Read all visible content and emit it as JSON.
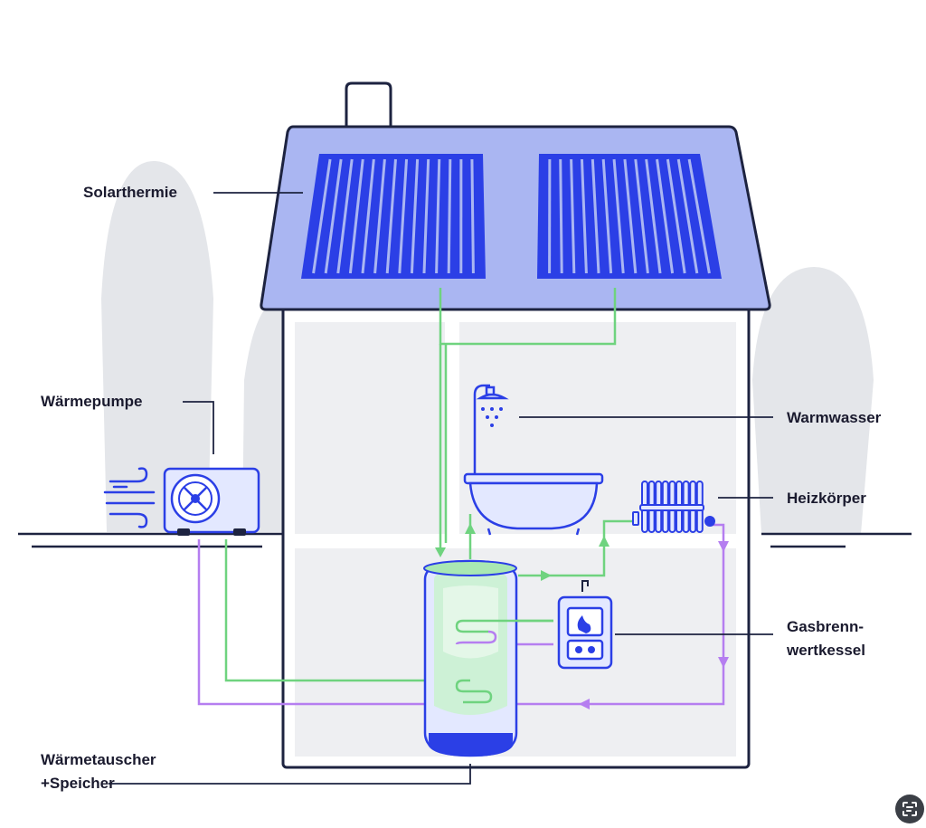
{
  "labels": {
    "solarthermie": "Solarthermie",
    "waermepumpe": "Wärmepumpe",
    "warmwasser": "Warmwasser",
    "heizkoerper": "Heizkörper",
    "gasbrenn_line1": "Gasbrenn-",
    "gasbrenn_line2": "wertkessel",
    "waermetauscher_line1": "Wärmetauscher",
    "waermetauscher_line2": "+Speicher"
  },
  "icons": {
    "lens_button": "image-search-icon"
  },
  "colors": {
    "outline": "#1d2340",
    "roof_fill": "#aab6f2",
    "panel_blue": "#2b3fe6",
    "room_fill": "#eeeff2",
    "tree_fill": "#e4e6ea",
    "flow_green": "#6fd37f",
    "flow_purple": "#b57ef0",
    "device_fill": "#e3e8ff",
    "device_stroke": "#2b3fe6"
  }
}
